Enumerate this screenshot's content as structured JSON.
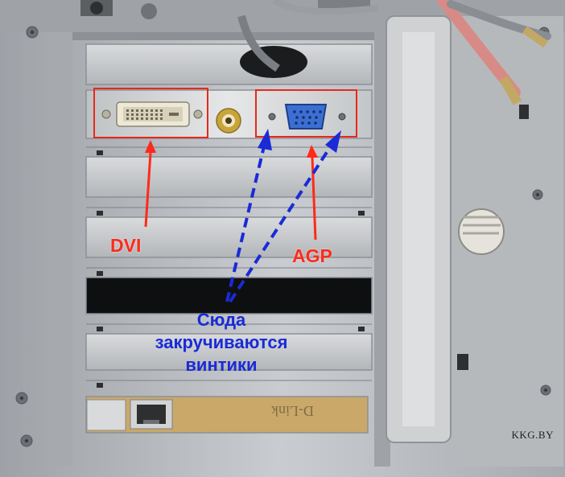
{
  "labels": {
    "dvi": "DVI",
    "agp": "AGP",
    "screws_line1": "Сюда",
    "screws_line2": "закручиваются",
    "screws_line3": "винтики"
  },
  "watermark": "KKG.BY",
  "nic_brand": "D-Link",
  "colors": {
    "arrow_red": "#ff2a1a",
    "arrow_blue": "#1a2bd6",
    "box_red": "#e8281c",
    "vga_connector": "#3b6fd4"
  }
}
